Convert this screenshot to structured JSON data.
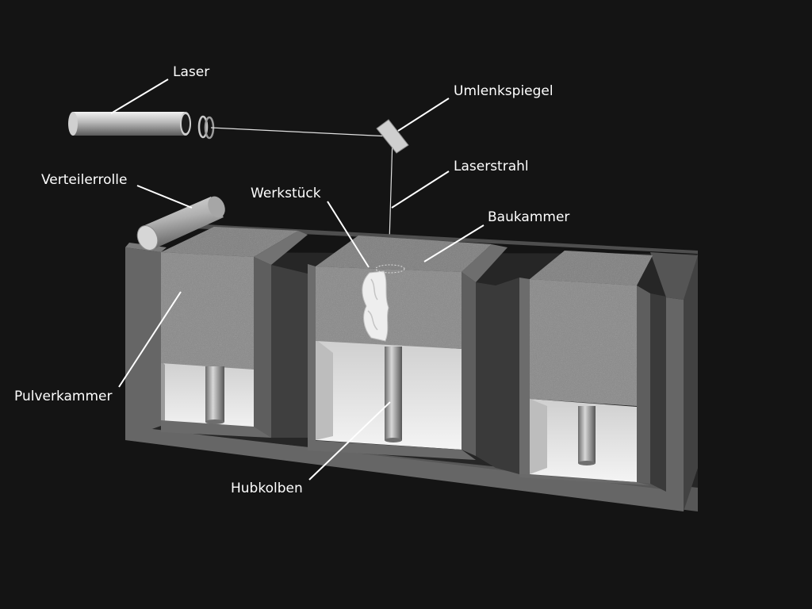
{
  "labels": {
    "laser": "Laser",
    "mirror": "Umlenkspiegel",
    "beam": "Laserstrahl",
    "roller": "Verteilerrolle",
    "workpiece": "Werkstück",
    "build_chamber": "Baukammer",
    "powder_chamber": "Pulverkammer",
    "piston": "Hubkolben"
  },
  "colors": {
    "background": "#141414",
    "frame": "#636363",
    "frame_dark": "#474747",
    "powder": "#8c8c8c",
    "chamber_inner": "#e8e8e8",
    "piston": "#9a9a9a",
    "label": "#ffffff"
  }
}
